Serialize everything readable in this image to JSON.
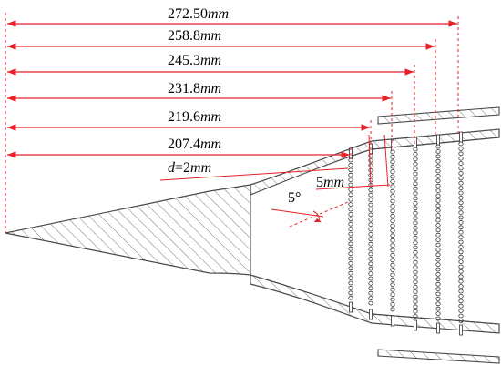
{
  "diagram": {
    "dimensions": [
      {
        "value": "272.50",
        "unit": "mm"
      },
      {
        "value": "258.8",
        "unit": "mm"
      },
      {
        "value": "245.3",
        "unit": "mm"
      },
      {
        "value": "231.8",
        "unit": "mm"
      },
      {
        "value": "219.6",
        "unit": "mm"
      },
      {
        "value": "207.4",
        "unit": "mm"
      }
    ],
    "hole_diameter": {
      "symbol": "d",
      "text": "=2",
      "unit": "mm"
    },
    "row_spacing": {
      "value": "5",
      "unit": "mm"
    },
    "angle": {
      "text": "5°"
    },
    "colors": {
      "dimension_red": "#e8202a",
      "outline": "#4a4a4a",
      "hatch": "#6a6a6a",
      "holes": "#333333"
    }
  }
}
